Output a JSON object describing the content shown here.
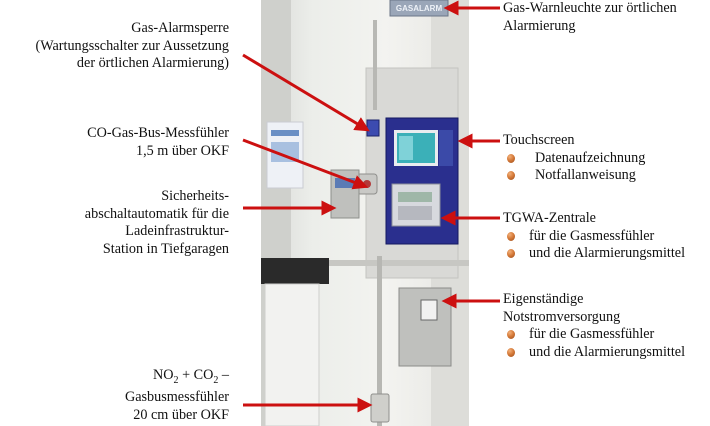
{
  "labels": {
    "gas_alarmsperre": [
      "Gas-Alarmsperre",
      "(Wartungsschalter zur Aussetzung",
      "der örtlichen Alarmierung)"
    ],
    "co_gas_bus": [
      "CO-Gas-Bus-Messfühler",
      "1,5 m über OKF"
    ],
    "sicherheit": [
      "Sicherheits-",
      "abschaltautomatik für die",
      "Ladeinfrastruktur-",
      "Station in Tiefgaragen"
    ],
    "no2": {
      "line1_a": "NO",
      "line1_sub1": "2",
      "line1_b": " + CO",
      "line1_sub2": "2",
      "line1_c": " –",
      "line2": "Gasbusmessfühler",
      "line3": "20 cm über OKF"
    },
    "warnleuchte": [
      "Gas-Warnleuchte zur örtlichen",
      "Alarmierung"
    ],
    "touchscreen": {
      "title": "Touchscreen",
      "items": [
        "Datenaufzeichnung",
        "Notfallanweisung"
      ]
    },
    "tgwa": {
      "title": "TGWA-Zentrale",
      "items": [
        "für die Gasmessfühler",
        "und die Alarmierungsmittel"
      ]
    },
    "notstrom": {
      "title": [
        "Eigenständige",
        "Notstromversorgung"
      ],
      "items": [
        "für die Gasmessfühler",
        "und die Alarmierungsmittel"
      ]
    }
  },
  "photo": {
    "warnleuchte_sign": "GASALARM"
  },
  "colors": {
    "arrow": "#cc1010",
    "panel_blue": "#2a2f8e",
    "screen_teal": "#3bb0b8",
    "bullet": "#d67b3a"
  }
}
